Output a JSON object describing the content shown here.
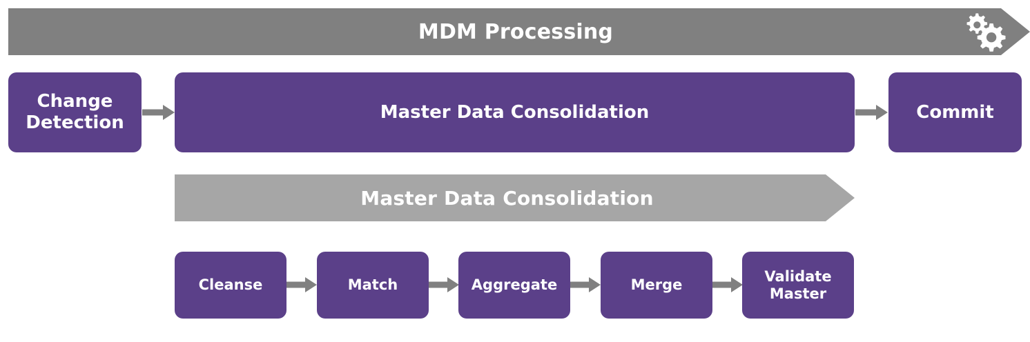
{
  "diagram": {
    "title": "MDM Processing",
    "colors": {
      "accent_purple": "#5B4089",
      "banner_dark_gray": "#808080",
      "banner_light_gray": "#A6A6A6",
      "arrow_gray": "#808080",
      "text_on_fill": "#FFFFFF",
      "background": "#FFFFFF"
    }
  },
  "header_banner": {
    "title": "MDM Processing",
    "icon": "gears-icon"
  },
  "process_row": {
    "steps": [
      {
        "label": "Change\nDetection",
        "name": "change-detection"
      },
      {
        "label": "Master Data Consolidation",
        "name": "master-data-consolidation"
      },
      {
        "label": "Commit",
        "name": "commit"
      }
    ],
    "connectors": [
      {
        "name": "arrow-change-to-mdc",
        "icon": "arrow-right-icon"
      },
      {
        "name": "arrow-mdc-to-commit",
        "icon": "arrow-right-icon"
      }
    ]
  },
  "detail_banner": {
    "title": "Master Data Consolidation"
  },
  "detail_row": {
    "steps": [
      {
        "label": "Cleanse",
        "name": "cleanse"
      },
      {
        "label": "Match",
        "name": "match"
      },
      {
        "label": "Aggregate",
        "name": "aggregate"
      },
      {
        "label": "Merge",
        "name": "merge"
      },
      {
        "label": "Validate\nMaster",
        "name": "validate-master"
      }
    ],
    "connectors": [
      {
        "name": "arrow-cleanse-match",
        "icon": "arrow-right-icon"
      },
      {
        "name": "arrow-match-aggregate",
        "icon": "arrow-right-icon"
      },
      {
        "name": "arrow-aggregate-merge",
        "icon": "arrow-right-icon"
      },
      {
        "name": "arrow-merge-validate",
        "icon": "arrow-right-icon"
      }
    ]
  }
}
